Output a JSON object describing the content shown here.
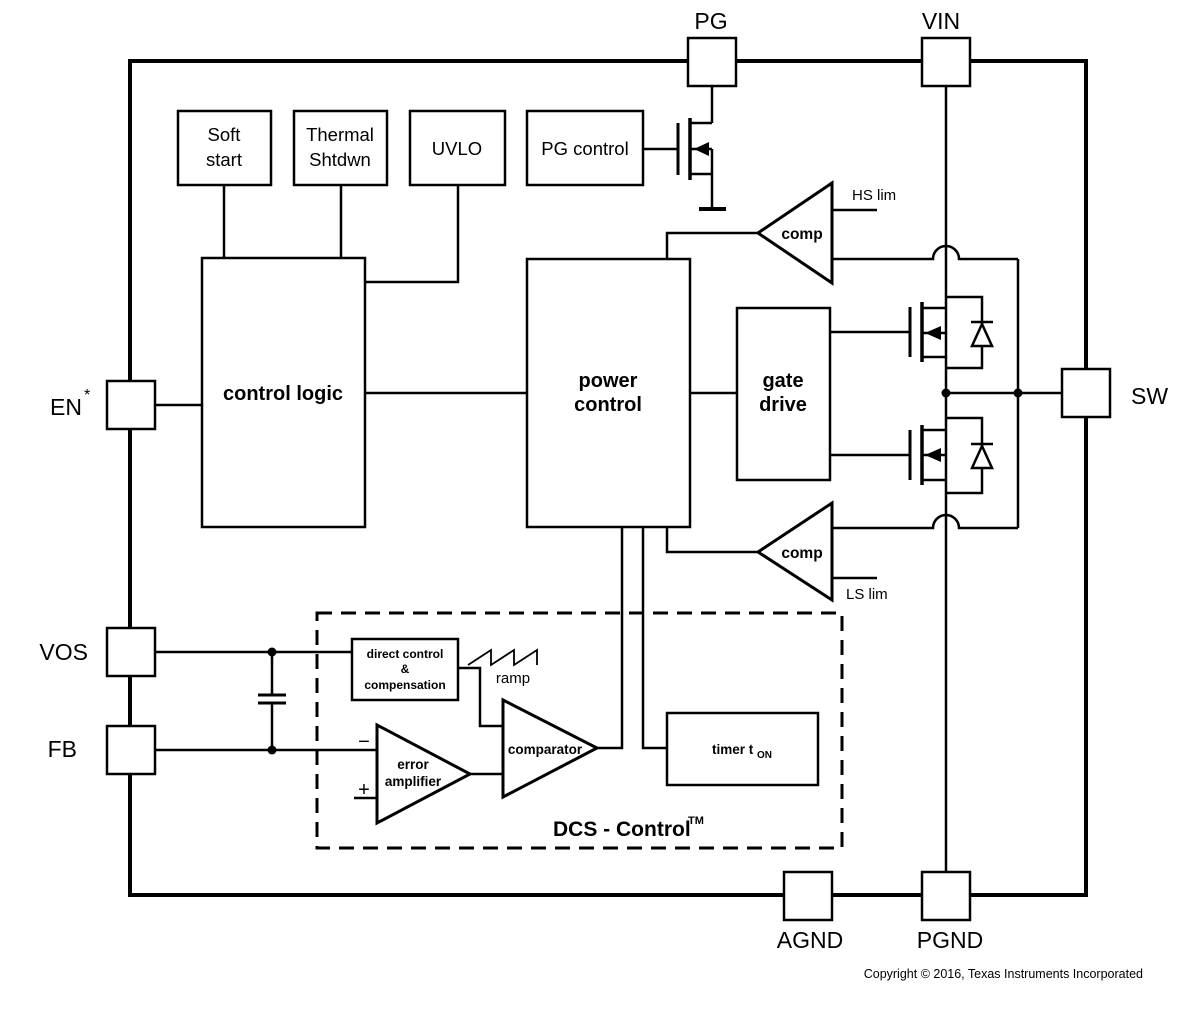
{
  "pins": {
    "pg": {
      "label": "PG"
    },
    "vin": {
      "label": "VIN"
    },
    "en": {
      "label": "EN",
      "sup": "*"
    },
    "vos": {
      "label": "VOS"
    },
    "fb": {
      "label": "FB"
    },
    "sw": {
      "label": "SW"
    },
    "agnd": {
      "label": "AGND"
    },
    "pgnd": {
      "label": "PGND"
    }
  },
  "blocks": {
    "soft_start": {
      "line1": "Soft",
      "line2": "start"
    },
    "thermal_shutdown": {
      "line1": "Thermal",
      "line2": "Shtdwn"
    },
    "uvlo": {
      "label": "UVLO"
    },
    "pg_control": {
      "label": "PG control"
    },
    "control_logic": {
      "label": "control logic"
    },
    "power_control": {
      "line1": "power",
      "line2": "control"
    },
    "gate_drive": {
      "line1": "gate",
      "line2": "drive"
    },
    "direct_control": {
      "line1": "direct control",
      "line2": "&",
      "line3": "compensation"
    },
    "error_amplifier": {
      "line1": "error",
      "line2": "amplifier",
      "minus": "−",
      "plus": "+"
    },
    "comparator": {
      "label": "comparator"
    },
    "timer": {
      "label": "timer t",
      "sub": "ON"
    },
    "hs_comparator": {
      "label": "comp"
    },
    "ls_comparator": {
      "label": "comp"
    }
  },
  "labels": {
    "hs_limit": "HS lim",
    "ls_limit": "LS lim",
    "ramp": "ramp",
    "dcs_control": "DCS - Control",
    "dcs_control_sup": "TM"
  },
  "footer": {
    "copyright": "Copyright © 2016, Texas Instruments Incorporated"
  },
  "colors": {
    "line": "#000000",
    "background": "#ffffff"
  }
}
